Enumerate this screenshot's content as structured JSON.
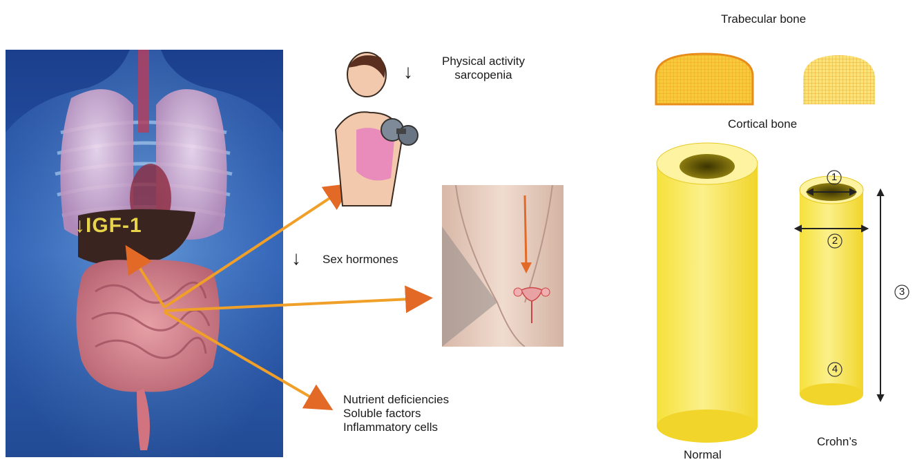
{
  "anatomy": {
    "igf_label": "↓IGF-1"
  },
  "labels": {
    "physical_activity": "Physical activity",
    "sarcopenia": "sarcopenia",
    "sex_hormones": "Sex hormones",
    "nutrient_deficiencies": "Nutrient deficiencies",
    "soluble_factors": "Soluble factors",
    "inflammatory_cells": "Inflammatory cells",
    "decrease_arrow": "↓"
  },
  "bone": {
    "trabecular": "Trabecular bone",
    "cortical": "Cortical bone",
    "normal": "Normal",
    "crohns": "Crohn’s",
    "markers": [
      "1",
      "2",
      "3",
      "4"
    ]
  }
}
